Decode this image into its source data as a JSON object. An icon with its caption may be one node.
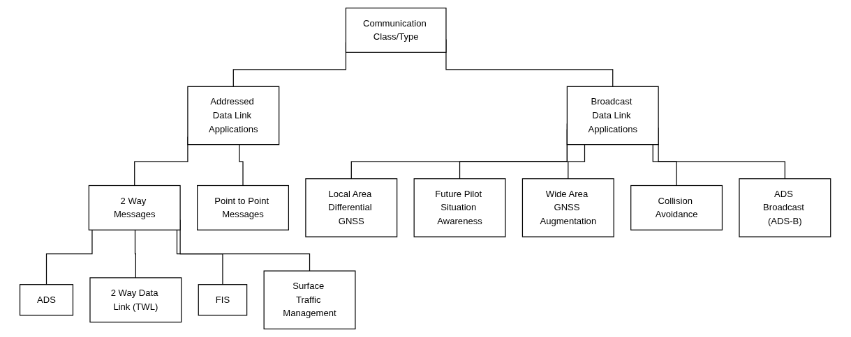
{
  "diagram": {
    "nodes": [
      {
        "text": [
          "Communication Class/Type"
        ]
      },
      {
        "text": [
          "Addressed Data Link Applications"
        ]
      },
      {
        "text": [
          "Broadcast Data Link Applications"
        ]
      },
      {
        "text": [
          "2 Way Messages"
        ]
      },
      {
        "text": [
          "Point to Point Messages"
        ]
      },
      {
        "text": [
          "Local Area Differential GNSS"
        ]
      },
      {
        "text": [
          "Future Pilot Situation Awareness"
        ]
      },
      {
        "text": [
          "Wide Area GNSS Augmentation"
        ]
      },
      {
        "text": [
          "ADS"
        ]
      },
      {
        "text": [
          "2 Way Data Link (TWL)"
        ]
      },
      {
        "text": [
          "FIS"
        ]
      },
      {
        "text": [
          "Surface Traffic Management"
        ]
      },
      {
        "text": [
          "Collision Avoidance"
        ]
      },
      {
        "text": [
          "ADS Broadcast (ADS-B)"
        ]
      }
    ],
    "edges": [
      {
        "from": 0,
        "to": 1,
        "arrow": "none"
      },
      {
        "from": 0,
        "to": 2,
        "arrow": "none"
      },
      {
        "from": 1,
        "to": 3,
        "arrow": "none"
      },
      {
        "from": 1,
        "to": 4,
        "arrow": "none"
      },
      {
        "from": 2,
        "to": 5,
        "arrow": "none"
      },
      {
        "from": 2,
        "to": 12,
        "arrow": "none"
      },
      {
        "from": 2,
        "to": 6,
        "arrow": "none"
      },
      {
        "from": 2,
        "to": 13,
        "arrow": "none"
      },
      {
        "from": 2,
        "to": 7,
        "arrow": "none"
      },
      {
        "from": 3,
        "to": 8,
        "arrow": "none"
      },
      {
        "from": 3,
        "to": 9,
        "arrow": "none"
      },
      {
        "from": 3,
        "to": 10,
        "arrow": "none"
      },
      {
        "from": 3,
        "to": 11,
        "arrow": "none"
      }
    ]
  }
}
